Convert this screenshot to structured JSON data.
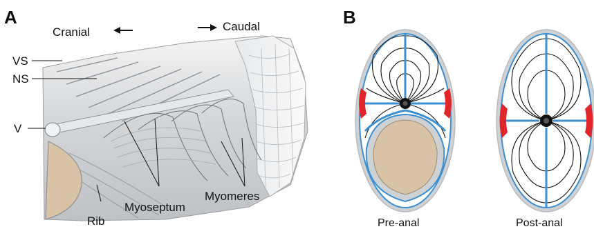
{
  "panel_a": {
    "letter": "A",
    "cranial": "Cranial",
    "caudal": "Caudal",
    "labels": {
      "vs": "VS",
      "ns": "NS",
      "v": "V",
      "rib": "Rib",
      "myoseptum": "Myoseptum",
      "myomeres": "Myomeres"
    }
  },
  "panel_b": {
    "letter": "B",
    "pre_anal": "Pre-anal",
    "post_anal": "Post-anal"
  },
  "colors": {
    "septum_blue": "#3d8fcf",
    "red_muscle": "#e0262b",
    "body_cavity": "#d9c3a6",
    "body_outline": "#b8bcc0",
    "tissue_grey": "#cfd2d5"
  }
}
